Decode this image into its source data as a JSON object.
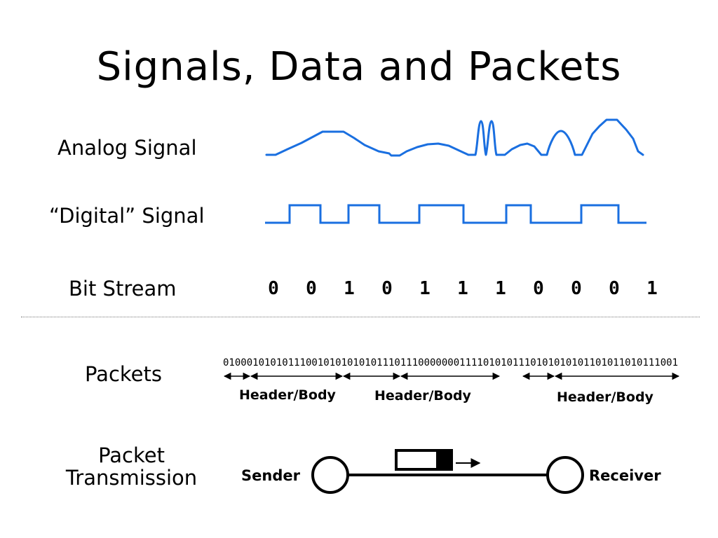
{
  "title": "Signals, Data and Packets",
  "labels": {
    "analog": "Analog Signal",
    "digital": "“Digital” Signal",
    "bit_stream": "Bit Stream",
    "packets": "Packets",
    "transmission_line1": "Packet",
    "transmission_line2": "Transmission"
  },
  "bits": [
    "0",
    "0",
    "1",
    "0",
    "1",
    "1",
    "1",
    "0",
    "0",
    "0",
    "1"
  ],
  "packet_bits": "01000101010111001010101010111011100000001111010101110101010101101011010111001",
  "segments": [
    "Header/Body",
    "Header/Body",
    "Header/Body"
  ],
  "endpoints": {
    "sender": "Sender",
    "receiver": "Receiver"
  },
  "colors": {
    "signal": "#1a6fe0",
    "text": "#000000"
  }
}
